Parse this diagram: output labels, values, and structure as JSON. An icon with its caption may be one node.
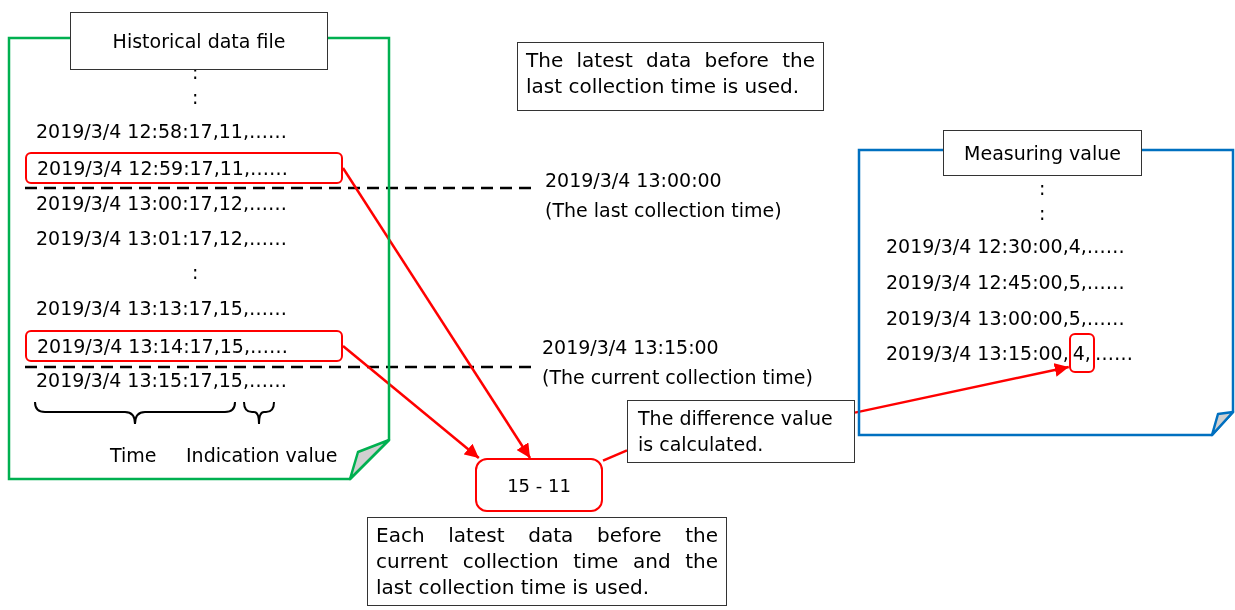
{
  "diagram": {
    "nodes": [
      {
        "text": [
          "Historical data file"
        ]
      },
      {
        "text": [
          ":",
          ":",
          "2019/3/4 12:58:17,11,……",
          "2019/3/4 13:00:17,12,……",
          "2019/3/4 13:01:17,12,……",
          ":",
          "2019/3/4 13:13:17,15,……",
          "2019/3/4 13:15:17,15,……",
          "Time",
          "Indication value"
        ]
      },
      {
        "text": [
          "2019/3/4 12:59:17,11,……"
        ],
        "in": 1
      },
      {
        "text": [
          "2019/3/4 13:14:17,15,……"
        ],
        "in": 1
      },
      {
        "text": [
          "The latest data before the last collection time is used."
        ]
      },
      {
        "text": [
          "Measuring value"
        ]
      },
      {
        "text": [
          ":",
          ":",
          "2019/3/4 12:30:00,4,……",
          "2019/3/4 12:45:00,5,……",
          "2019/3/4 13:00:00,5,……",
          "2019/3/4 13:15:00,",
          "……"
        ]
      },
      {
        "text": [
          "4,"
        ],
        "in": 6
      },
      {
        "text": [
          "The difference value is calculated."
        ]
      },
      {
        "text": [
          "15 - 11"
        ]
      },
      {
        "text": [
          "Each latest data before the current collection time and the last collection time is used."
        ]
      }
    ],
    "edges": [
      {
        "from": 2,
        "to": 9,
        "arrow": "to"
      },
      {
        "from": 3,
        "to": 9,
        "arrow": "to"
      },
      {
        "from": 9,
        "to": 8,
        "arrow": "none"
      },
      {
        "from": 8,
        "to": 7,
        "arrow": "to"
      }
    ],
    "labels": [
      "2019/3/4 13:00:00",
      "(The last collection time)",
      "2019/3/4 13:15:00",
      "(The current collection time)"
    ]
  }
}
